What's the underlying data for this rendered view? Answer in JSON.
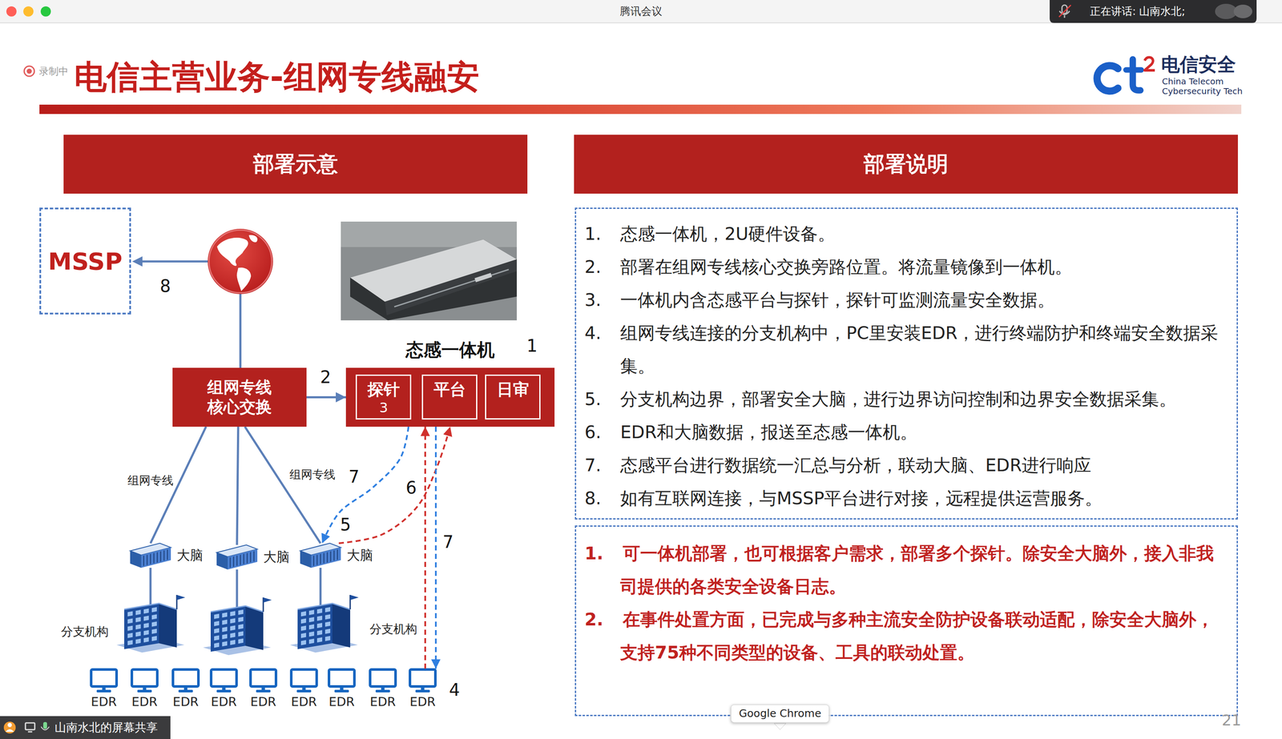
{
  "diagram": {
    "title": "电信主营业务-组网专线融安",
    "nodes": [
      {
        "text": [
          "部署示意"
        ]
      },
      {
        "text": [
          "部署说明"
        ]
      },
      {
        "text": [
          "MSSP"
        ]
      },
      {
        "text": [
          "组网专线 核心交换"
        ]
      },
      {
        "text": [
          "态感一体机"
        ]
      },
      {
        "text": [
          "探针"
        ],
        "in": 4
      },
      {
        "text": [
          "平台"
        ],
        "in": 4
      },
      {
        "text": [
          "日审"
        ],
        "in": 4
      },
      {
        "text": [
          "大脑"
        ]
      },
      {
        "text": [
          "大脑"
        ]
      },
      {
        "text": [
          "大脑"
        ]
      },
      {
        "text": [
          "EDR"
        ]
      },
      {
        "text": [
          "EDR"
        ]
      },
      {
        "text": [
          "EDR"
        ]
      },
      {
        "text": [
          "EDR"
        ]
      },
      {
        "text": [
          "EDR"
        ]
      },
      {
        "text": [
          "EDR"
        ]
      },
      {
        "text": [
          "EDR"
        ]
      },
      {
        "text": [
          "EDR"
        ]
      },
      {
        "text": [
          "EDR"
        ]
      },
      {
        "text": [
          "1. 态感一体机，2U硬件设备。",
          "2. 部署在组网专线核心交换旁路位置。将流量镜像到一体机。",
          "3. 一体机内含态感平台与探针，探针可监测流量安全数据。",
          "4. 组网专线连接的分支机构中，PC里安装EDR，进行终端防护和终端安全数据采集。",
          "5. 分支机构边界，部署安全大脑，进行边界访问控制和边界安全数据采集。",
          "6. EDR和大脑数据，报送至态感一体机。",
          "7. 态感平台进行数据统一汇总与分析，联动大脑、EDR进行响应",
          "8. 如有互联网连接，与MSSP平台进行对接，远程提供运营服务。"
        ]
      },
      {
        "text": [
          "1. 可一体机部署，也可根据客户需求，部署多个探针。除安全大脑外，接入非我司提供的各类安全设备日志。",
          "2. 在事件处置方面，已完成与多种主流安全防护设备联动适配，除安全大脑外，支持75种不同类型的设备、工具的联动处置。"
        ]
      }
    ],
    "edges": [
      {
        "from": 3,
        "to": 4,
        "arrow": "to"
      },
      {
        "from": 3,
        "to": 8,
        "arrow": "none"
      },
      {
        "from": 3,
        "to": 9,
        "arrow": "none"
      },
      {
        "from": 3,
        "to": 10,
        "arrow": "none"
      },
      {
        "from": 10,
        "to": 4,
        "arrow": "to"
      },
      {
        "from": 4,
        "to": 10,
        "arrow": "to"
      },
      {
        "from": 19,
        "to": 4,
        "arrow": "to"
      },
      {
        "from": 4,
        "to": 19,
        "arrow": "to"
      }
    ],
    "labels": [
      "腾讯会议",
      "正在讲话: 山南水北;",
      "录制中",
      "电信安全",
      "China Telecom",
      "Cybersecurity Tech",
      "8",
      "1",
      "2",
      "3",
      "组网专线",
      "组网专线",
      "7",
      "6",
      "5",
      "7",
      "4",
      "分支机构",
      "分支机构",
      "Google Chrome",
      "山南水北的屏幕共享",
      "21"
    ]
  }
}
